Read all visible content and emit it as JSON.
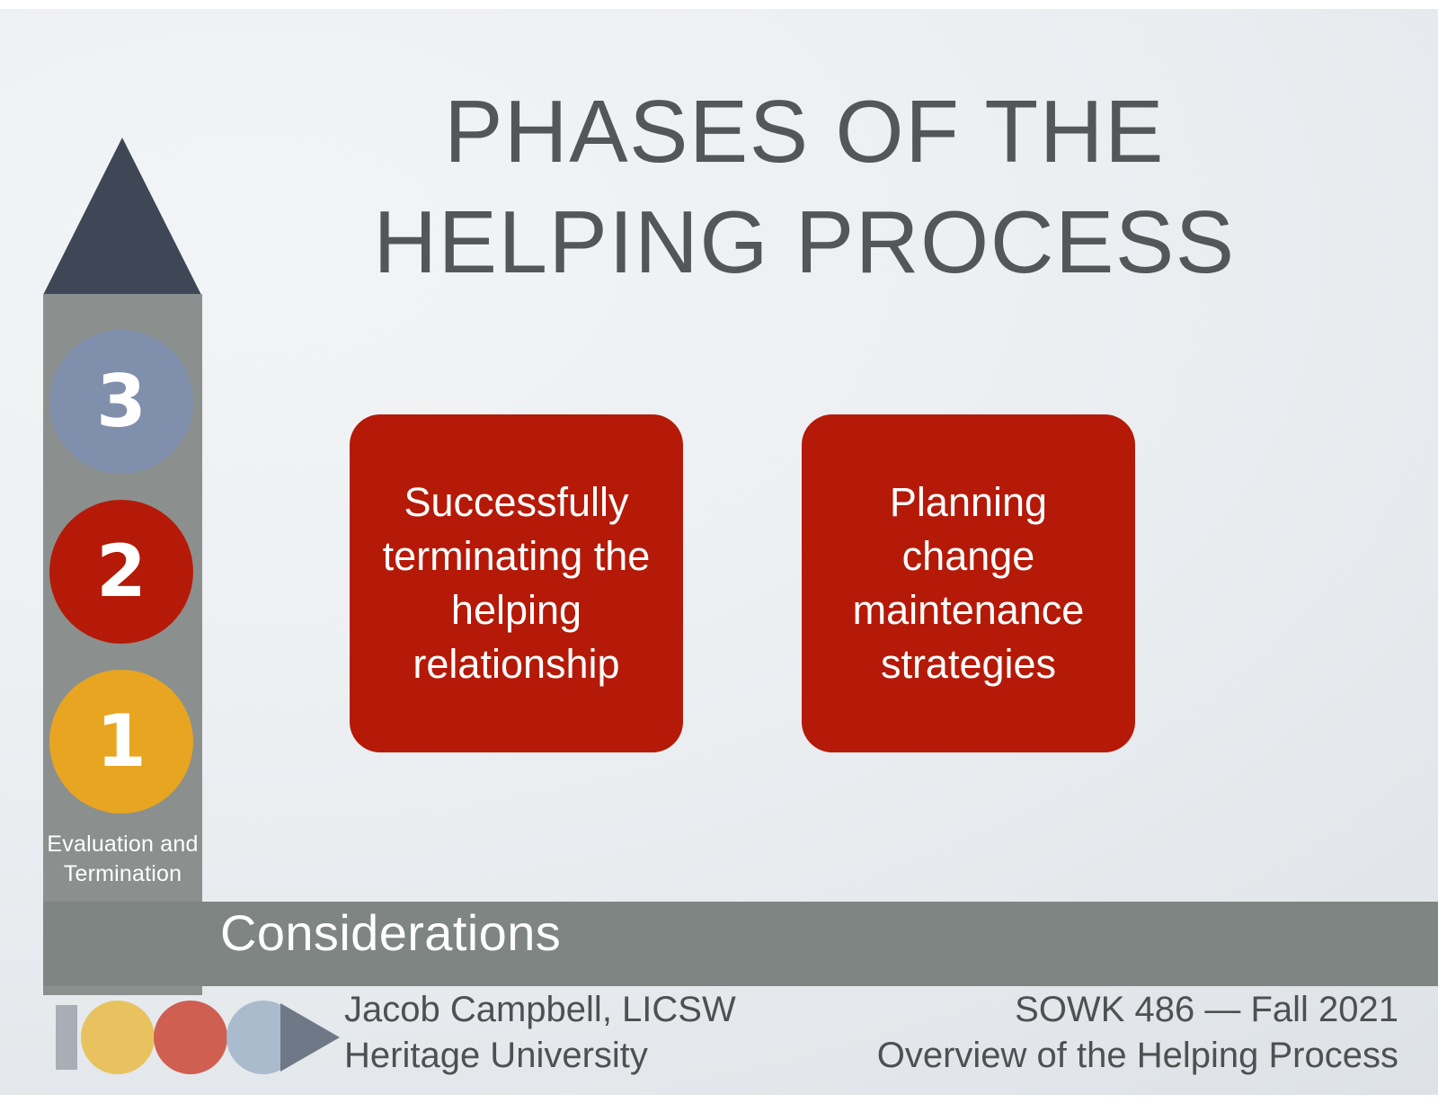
{
  "slide": {
    "title": "PHASES OF THE\nHELPING PROCESS",
    "section_label": "Considerations"
  },
  "phase_column": {
    "arrow_icon": "up-arrow-icon",
    "steps": [
      {
        "number": "3",
        "color": "#7f8fac"
      },
      {
        "number": "2",
        "color": "#b51a08"
      },
      {
        "number": "1",
        "color": "#e8a521"
      }
    ],
    "caption": "Evaluation\nand\nTermination"
  },
  "cards": [
    {
      "text": "Successfully\nterminating the\nhelping\nrelationship",
      "color": "#b51a08"
    },
    {
      "text": "Planning change\nmaintenance\nstrategies",
      "color": "#b51a08"
    }
  ],
  "footer": {
    "logo": {
      "bar_icon": "bar-shape-icon",
      "dot_1_icon": "circle-yellow-icon",
      "dot_2_icon": "circle-red-icon",
      "dot_3_icon": "circle-blue-icon",
      "play_icon": "play-triangle-icon"
    },
    "left": "Jacob Campbell, LICSW\nHeritage University",
    "right": "SOWK 486 — Fall 2021\nOverview of the Helping Process"
  },
  "colors": {
    "accent_red": "#b51a08",
    "band_grey": "#7e8582",
    "column_grey": "#8b908e",
    "arrow_dark": "#3f4756",
    "title_grey": "#545658"
  }
}
